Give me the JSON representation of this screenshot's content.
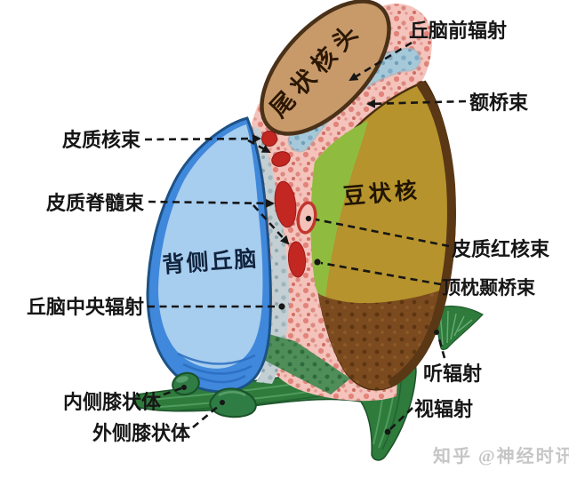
{
  "labels": {
    "caudate_head": "尾状核头",
    "anterior_thalamic_radiation": "丘脑前辐射",
    "frontopontine_tract": "额桥束",
    "corticonuclear_tract": "皮质核束",
    "corticospinal_tract": "皮质脊髓束",
    "lentiform_nucleus": "豆状核",
    "dorsal_thalamus": "背侧丘脑",
    "corticorubral_tract": "皮质红核束",
    "parieto_occipito_temporopontine_tract": "顶枕颞桥束",
    "central_thalamic_radiation": "丘脑中央辐射",
    "medial_geniculate_body": "内侧膝状体",
    "lateral_geniculate_body": "外侧膝状体",
    "acoustic_radiation": "听辐射",
    "optic_radiation": "视辐射"
  },
  "watermark": "知乎 @神经时讯",
  "colors": {
    "caudate_tan": "#C89A6A",
    "caudate_outline": "#4A3118",
    "capsule_pink": "#F4C3BB",
    "pink_dot": "#E2837B",
    "band_blue": "#A6C9DA",
    "stripe_gray": "#C4CFD3",
    "speckle_green": "#4F8D59",
    "thalamus_light": "#A7CDEF",
    "thalamus_mid": "#3F88DB",
    "thalamus_outline": "#1D5286",
    "lentiform_green": "#8FBC3F",
    "lentiform_olive": "#B6932C",
    "lentiform_brown": "#7B4B1F",
    "rim_brown": "#5A3715",
    "radiation_green": "#2E7B3C",
    "geniculate_green": "#2F7C45",
    "bundle_red": "#C22722",
    "line_black": "#161616",
    "watermark_gray": "#C6C6C6"
  }
}
